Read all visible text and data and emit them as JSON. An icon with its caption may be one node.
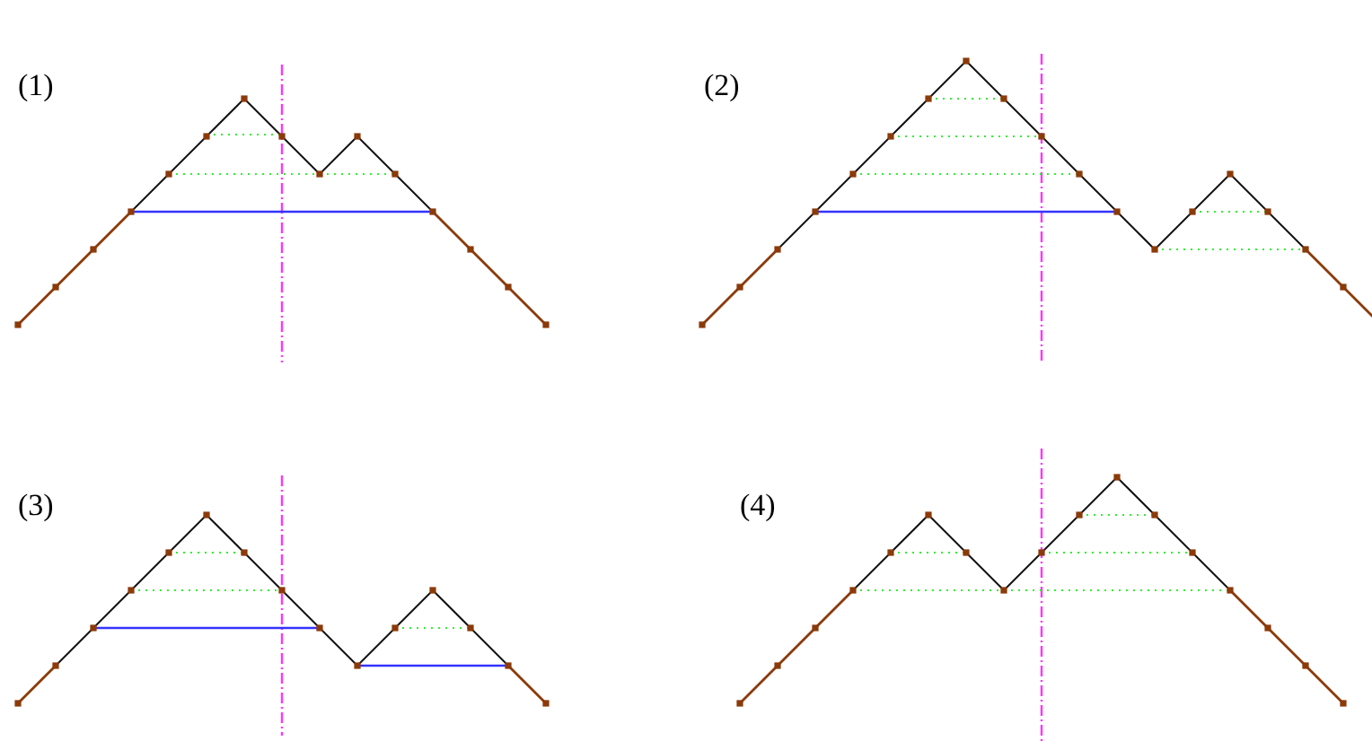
{
  "diagram": {
    "labels": [
      "(1)",
      "(2)",
      "(3)",
      "(4)"
    ]
  }
}
